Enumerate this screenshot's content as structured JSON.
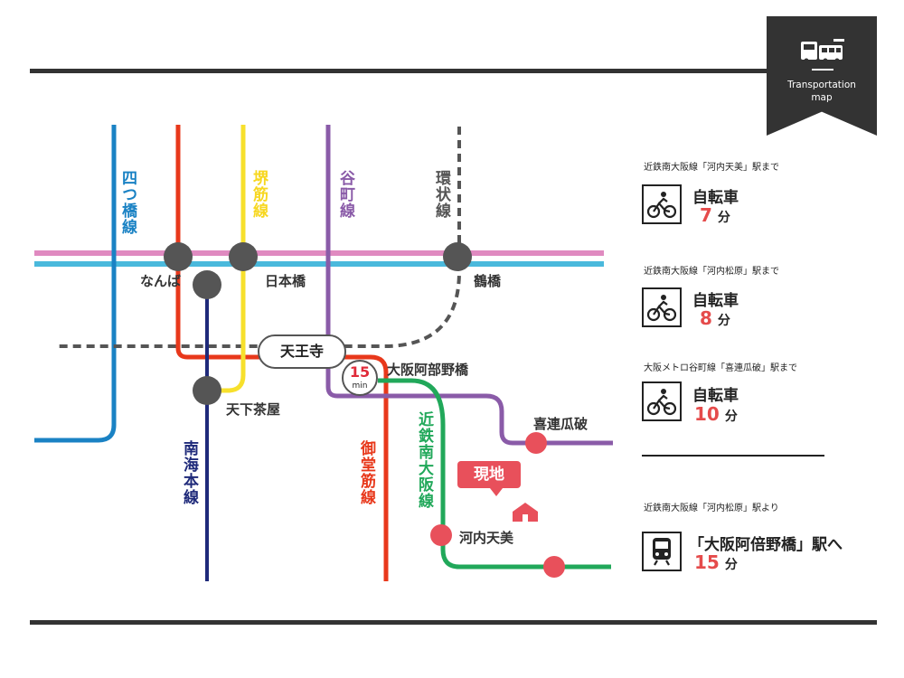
{
  "badge": {
    "icon": "train-bus-icon",
    "line1": "Transportation",
    "line2": "map"
  },
  "lines": {
    "yotsubashi": "四つ橋線",
    "sakaisuji": "堺筋線",
    "tanimachi": "谷町線",
    "loop": "環状線",
    "nankai": "南海本線",
    "midosuji": "御堂筋線",
    "kintetsu": "近鉄南大阪線"
  },
  "stations": {
    "namba": "なんば",
    "nipponbashi": "日本橋",
    "tsuruhashi": "鶴橋",
    "tennoji": "天王寺",
    "osaka_abenobashi": "大阪阿部野橋",
    "tengachaya": "天下茶屋",
    "kireuriwari": "喜連瓜破",
    "kawachi_amami": "河内天美"
  },
  "current_location": "現地",
  "travel_badge": {
    "number": "15",
    "unit": "min"
  },
  "routes": [
    {
      "heading": "近鉄南大阪線「河内天美」駅まで",
      "icon": "bicycle-icon",
      "mode": "自転車",
      "number": "7",
      "unit": "分"
    },
    {
      "heading": "近鉄南大阪線「河内松原」駅まで",
      "icon": "bicycle-icon",
      "mode": "自転車",
      "number": "8",
      "unit": "分"
    },
    {
      "heading": "大阪メトロ谷町線「喜連瓜破」駅まで",
      "icon": "bicycle-icon",
      "mode": "自転車",
      "number": "10",
      "unit": "分"
    },
    {
      "heading": "近鉄南大阪線「河内松原」駅より",
      "icon": "train-icon",
      "mode": "「大阪阿倍野橋」駅へ",
      "number": "15",
      "unit": "分"
    }
  ],
  "colors": {
    "yotsubashi": "#1a82c4",
    "midosuji": "#e8381b",
    "sakaisuji": "#f7e02c",
    "tanimachi": "#8a5ba8",
    "nankai": "#1f2a7a",
    "kintetsu": "#21a85a",
    "pink_line": "#e08ac0",
    "cyan_line": "#4ab9dc",
    "loop_dash": "#555555",
    "station_gray": "#555555",
    "station_red": "#e8505b",
    "accent_red": "#e54b4b"
  }
}
